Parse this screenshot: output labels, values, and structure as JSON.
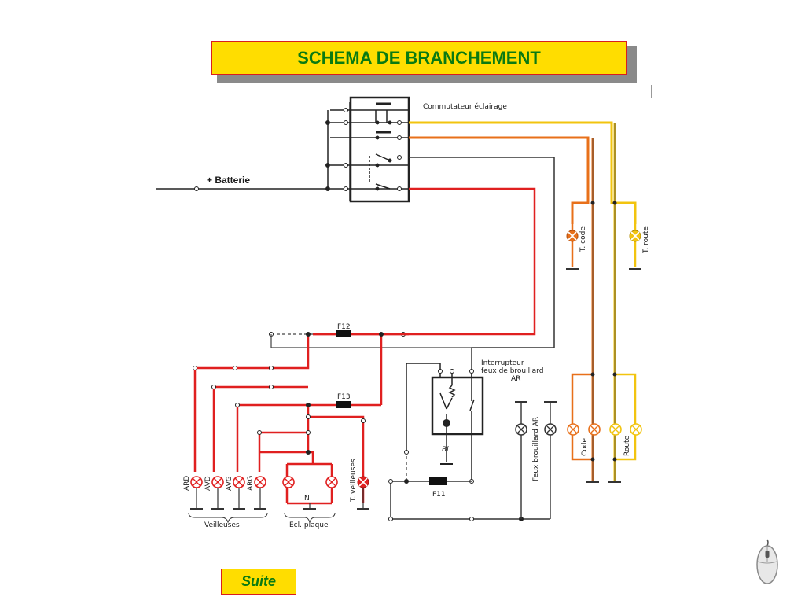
{
  "title": "SCHEMA DE BRANCHEMENT",
  "suite_label": "Suite",
  "colors": {
    "title_bg": "#ffdd00",
    "title_border": "#d81e1e",
    "title_text": "#0a7a12",
    "wire_red": "#e02020",
    "wire_orange": "#e8701a",
    "wire_yellow": "#f2c40f",
    "wire_black": "#333333"
  },
  "diagram": {
    "batterie": "+ Batterie",
    "commutateur": "Commutateur éclairage",
    "t_code": "T. code",
    "t_route": "T. route",
    "fuse_f12": "F12",
    "fuse_f13": "F13",
    "fuse_f11": "F11",
    "interrupteur_1": "Interrupteur",
    "interrupteur_2": "feux de brouillard",
    "interrupteur_3": "AR",
    "bl": "Bl",
    "feux_brouillard": "Feux brouillard AR",
    "code": "Code",
    "route": "Route",
    "ard": "ARD",
    "avd": "AVD",
    "avg": "AVG",
    "arg": "ARG",
    "n": "N",
    "t_veilleuses": "T. veilleuses",
    "veilleuses": "Veilleuses",
    "ecl_plaque": "Ecl. plaque"
  }
}
